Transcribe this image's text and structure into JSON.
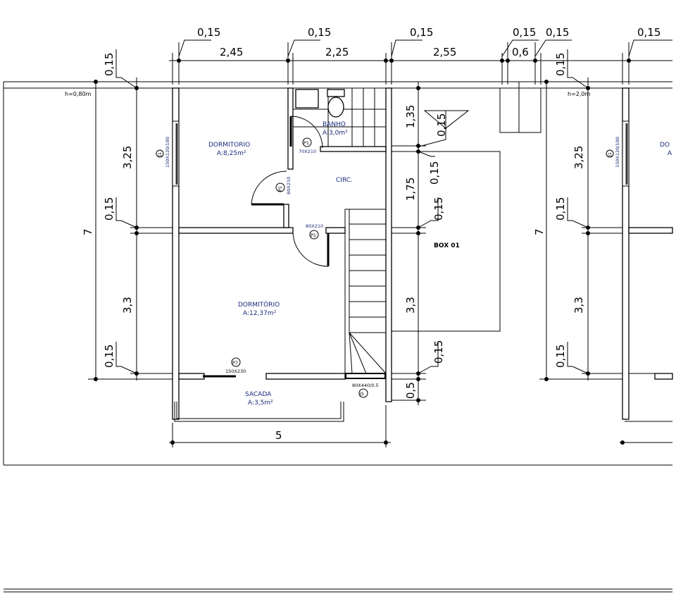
{
  "plan": {
    "top_dims": {
      "d1": "0,15",
      "d2": "2,45",
      "d3": "0,15",
      "d4": "2,25",
      "d5": "0,15",
      "d6": "2,55",
      "d7": "0,15",
      "d8": "0,15",
      "d9": "0,6",
      "d10": "0,15"
    },
    "left_dims": {
      "a": "0,15",
      "b": "3,25",
      "c": "0,15",
      "d": "3,3",
      "e": "0,15",
      "total": "7"
    },
    "right_dims": {
      "a": "1,35",
      "b": "0,15",
      "c": "1,75",
      "d": "0,15",
      "e": "3,3",
      "f": "0,15",
      "g": "0,5"
    },
    "right_unit_dims": {
      "a": "0,15",
      "b": "3,25",
      "c": "0,15",
      "d": "3,3",
      "e": "0,15",
      "total": "7"
    },
    "bottom_dim": "5",
    "level_left": "h=0,80m",
    "level_right": "h=2,0m",
    "level_marker": "0,15",
    "rooms": {
      "dorm1": {
        "name": "DORMITORIO",
        "area": "A:8,25m²"
      },
      "dorm2": {
        "name": "DORMITÓRIO",
        "area": "A:12,37m²"
      },
      "banho": {
        "name": "BANHO",
        "area": "A:3,0m²"
      },
      "circ": {
        "name": "CIRC."
      },
      "sacada": {
        "name": "SACADA",
        "area": "A:3,5m²"
      },
      "box": {
        "name": "BOX 01"
      },
      "dorm_right": {
        "name": "DO",
        "area": "A"
      }
    },
    "openings": {
      "j1": {
        "tag": "J1",
        "size": "150X120/100"
      },
      "j1r": {
        "tag": "J1",
        "size": "150X120/100"
      },
      "p1_banho": {
        "tag": "P1",
        "size": "70X210"
      },
      "p1_dorm1": {
        "tag": "P1",
        "size": "80X210"
      },
      "p1_dorm2": {
        "tag": "P1",
        "size": "80X210"
      },
      "p7": {
        "tag": "P7",
        "size": "150X230"
      },
      "j5": {
        "tag": "J5",
        "size": "80X440/0,5"
      }
    }
  }
}
